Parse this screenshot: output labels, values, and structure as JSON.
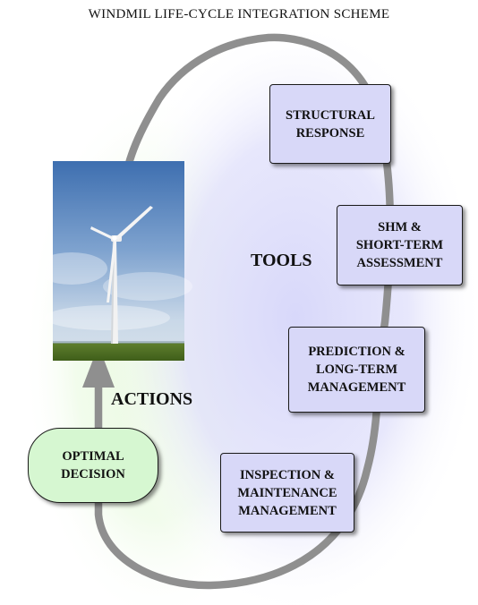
{
  "title": "WINDMIL LIFE-CYCLE INTEGRATION SCHEME",
  "labels": {
    "tools": "TOOLS",
    "actions": "ACTIONS"
  },
  "tool_boxes": [
    "STRUCTURAL\nRESPONSE",
    "SHM &\nSHORT-TERM\nASSESSMENT",
    "PREDICTION &\nLONG-TERM\nMANAGEMENT",
    "INSPECTION &\nMAINTENANCE\nMANAGEMENT"
  ],
  "decision_box": "OPTIMAL\nDECISION",
  "colors": {
    "tool_box_fill": "#d8d8f8",
    "decision_fill": "#d6f7d1",
    "cycle_arrow": "#8f8f8f",
    "left_glow": "#e6f7dc",
    "right_glow": "#dcdcfa"
  }
}
